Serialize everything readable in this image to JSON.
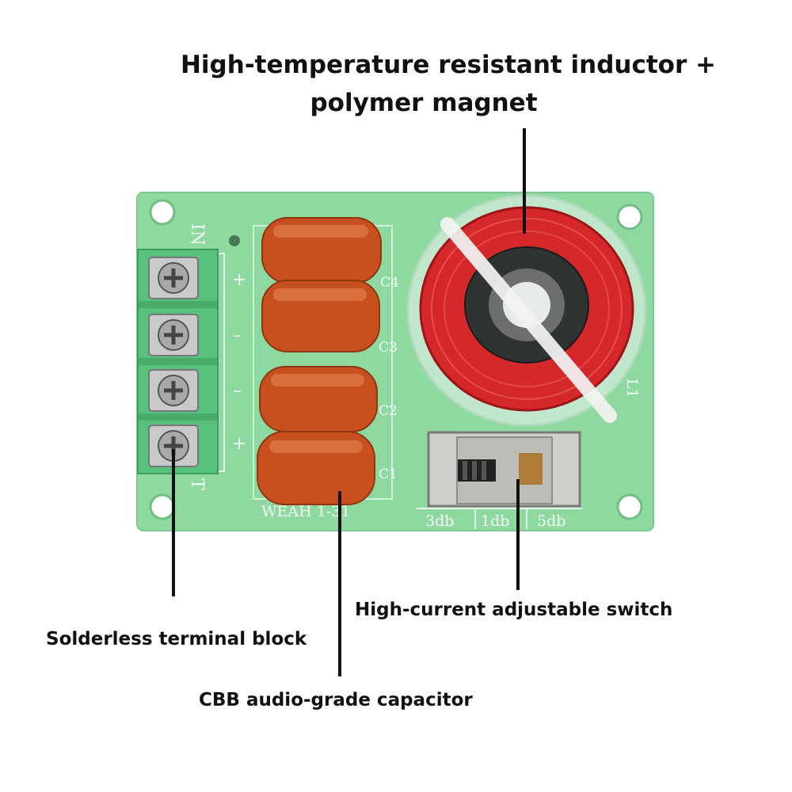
{
  "callouts": {
    "inductor_line1": "High-temperature resistant inductor +",
    "inductor_line2": "polymer magnet",
    "switch": "High-current adjustable switch",
    "terminal": "Solderless terminal block",
    "capacitor": "CBB audio-grade capacitor"
  },
  "silkscreen": {
    "in": "IN",
    "out": "T",
    "plus_top": "+",
    "minus_1": "–",
    "minus_2": "–",
    "plus_bottom": "+",
    "c4": "C4",
    "c3": "C3",
    "c2": "C2",
    "c1": "C1",
    "l1": "L1",
    "model": "WEAH 1-31",
    "sw_3db": "3db",
    "sw_1db": "1db",
    "sw_5db": "5db"
  },
  "colors": {
    "pcb": "#8ed9a0",
    "capacitor": "#c8501e",
    "coil": "#d4282a",
    "terminal": "#59c17e"
  }
}
